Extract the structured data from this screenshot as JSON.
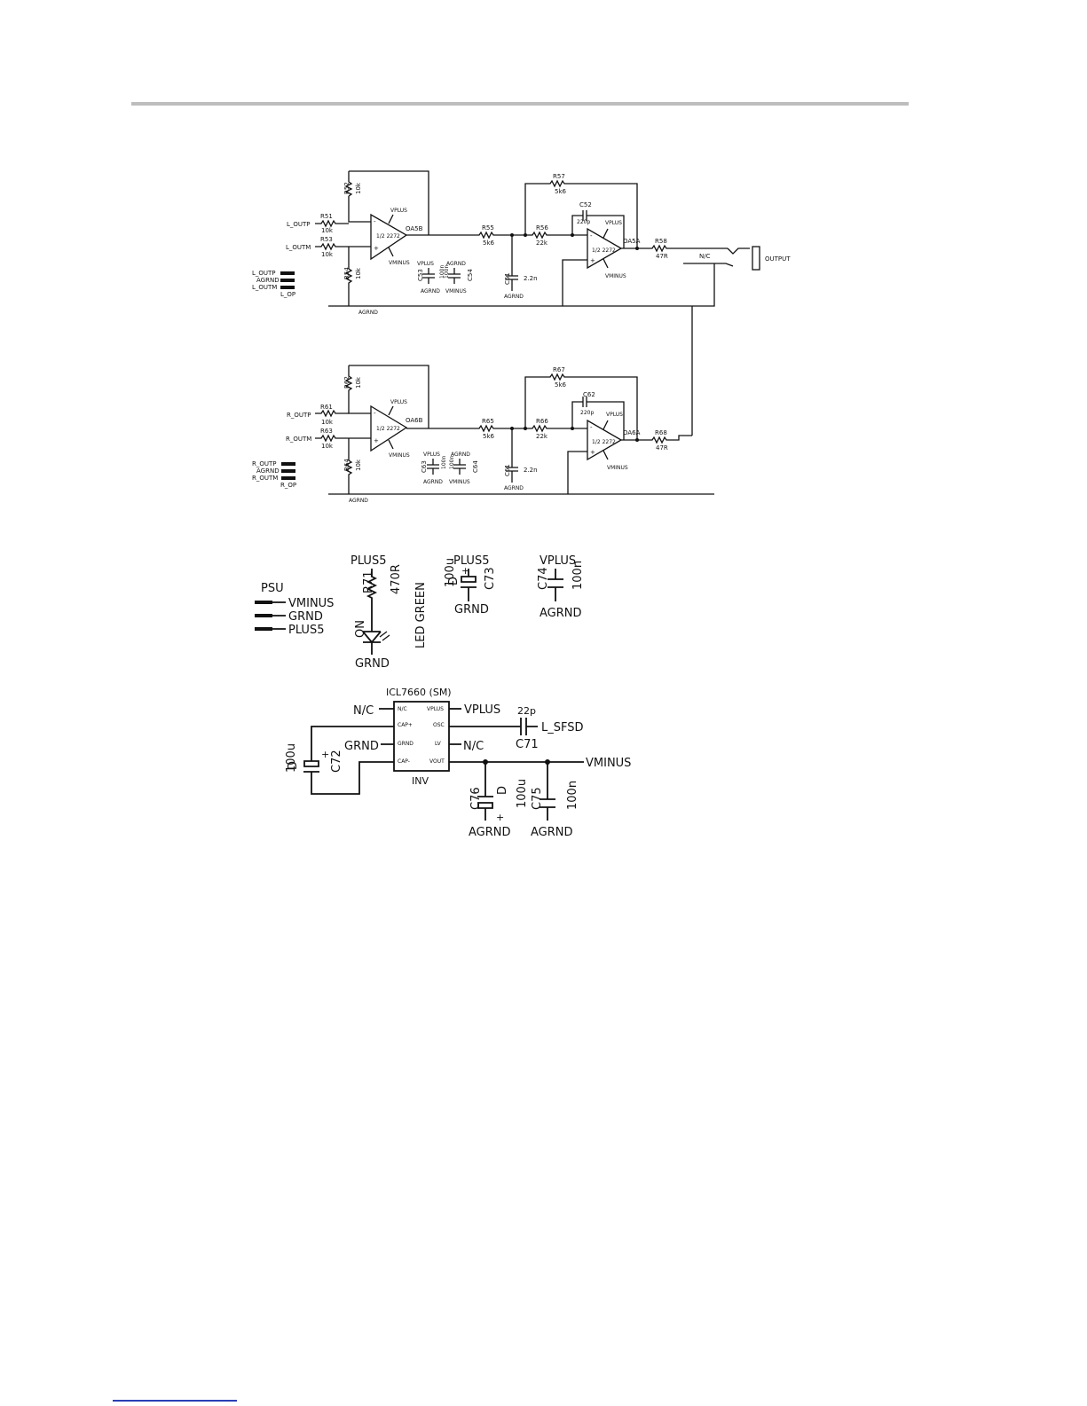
{
  "labels": {
    "l_outp": "L_OUTP",
    "l_outm": "L_OUTM",
    "r51": "R51",
    "r51_val": "10k",
    "r52": "R52",
    "r52_val": "10k",
    "r53": "R53",
    "r53_val": "10k",
    "r54": "R54",
    "r54_val": "10k",
    "oa5b": "OA5B",
    "oa5b_part": "1/2 2272",
    "r55": "R55",
    "r55_val": "5k6",
    "r56": "R56",
    "r56_val": "22k",
    "r57": "R57",
    "r57_val": "5k6",
    "c52": "C52",
    "c52_val": "220p",
    "oa5a": "OA5A",
    "oa5a_part": "1/2 2272",
    "r58": "R58",
    "r58_val": "47R",
    "c51": "C51",
    "c51_val": "2.2n",
    "c53": "C53",
    "c53_val": "100n",
    "c54": "C54",
    "c54_val": "100n",
    "conn_l_outp": "L_OUTP",
    "conn_l_agrnd": "AGRND",
    "conn_l_outm": "L_OUTM",
    "conn_l_op": "L_OP",
    "nc_out": "N/C",
    "output": "OUTPUT",
    "r_outp": "R_OUTP",
    "r_outm": "R_OUTM",
    "r61": "R61",
    "r61_val": "10k",
    "r62": "R62",
    "r62_val": "10k",
    "r63": "R63",
    "r63_val": "10k",
    "r64": "R64",
    "r64_val": "10k",
    "oa6b": "OA6B",
    "oa6b_part": "1/2 2272",
    "r65": "R65",
    "r65_val": "5k6",
    "r66": "R66",
    "r66_val": "22k",
    "r67": "R67",
    "r67_val": "5k6",
    "c62": "C62",
    "c62_val": "220p",
    "oa6a": "OA6A",
    "oa6a_part": "1/2 2272",
    "r68": "R68",
    "r68_val": "47R",
    "c61": "C61",
    "c61_val": "2.2n",
    "c63": "C63",
    "c63_val": "100n",
    "c64": "C64",
    "c64_val": "100n",
    "conn_r_outp": "R_OUTP",
    "conn_r_agrnd": "AGRND",
    "conn_r_outm": "R_OUTM",
    "conn_r_op": "R_OP",
    "vplus": "VPLUS",
    "vminus": "VMINUS",
    "agrnd": "AGRND",
    "psu": "PSU",
    "psu_vminus": "VMINUS",
    "psu_grnd": "GRND",
    "psu_plus5": "PLUS5",
    "plus5": "PLUS5",
    "r71": "R71",
    "r71_val": "470R",
    "on": "ON",
    "led": "LED GREEN",
    "grnd": "GRND",
    "c73": "C73",
    "c73_val": "100u",
    "c73_d": "D",
    "c74": "C74",
    "c74_val": "100n",
    "icl": "ICL7660 (SM)",
    "inv": "INV",
    "pin_nc": "N/C",
    "pin_cap_p": "CAP+",
    "pin_grnd": "GRND",
    "pin_cap_m": "CAP-",
    "pin_vplus": "VPLUS",
    "pin_osc": "OSC",
    "pin_lv": "LV",
    "pin_vout": "VOUT",
    "nc": "N/C",
    "c71": "C71",
    "c71_val": "22p",
    "l_sfsd": "L_SFSD",
    "c72": "C72",
    "c72_val": "100u",
    "c72_d": "D",
    "c76": "C76",
    "c76_val": "100u",
    "c76_d": "D",
    "c75": "C75",
    "c75_val": "100n",
    "plus": "+"
  }
}
